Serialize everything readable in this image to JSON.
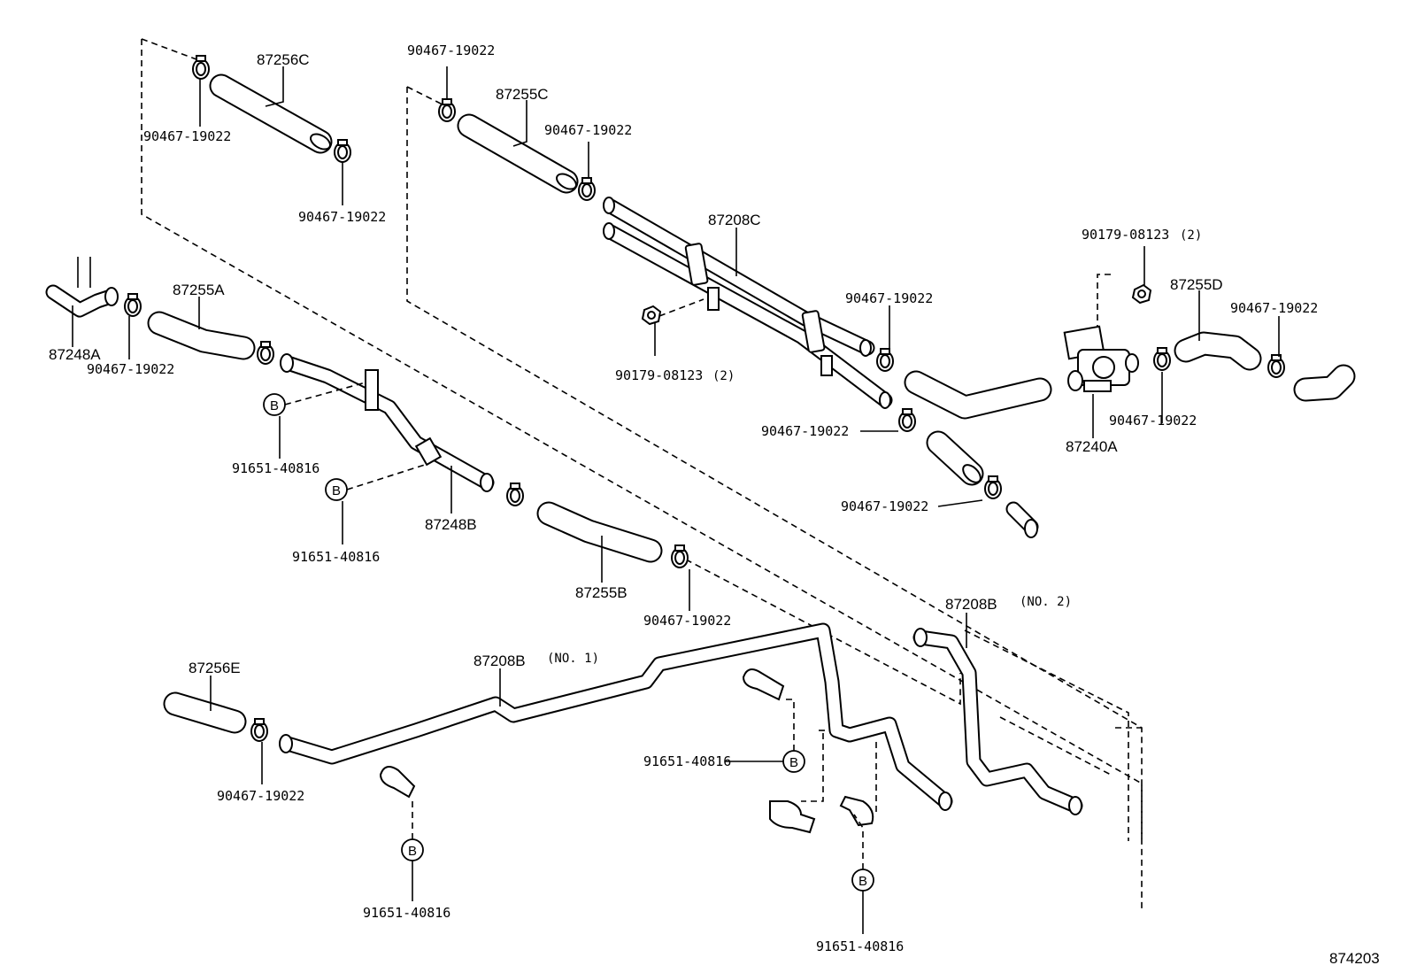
{
  "diagram_id": "874203",
  "labels": {
    "hose_87256C": "87256C",
    "hose_87255C": "87255C",
    "pipe_87208C": "87208C",
    "hose_87255A": "87255A",
    "pipe_87248A": "87248A",
    "pipe_87248B": "87248B",
    "hose_87255B": "87255B",
    "hose_87255D": "87255D",
    "valve_87240A": "87240A",
    "pipe_87208B_1": "87208B",
    "pipe_87208B_1_note": "(NO. 1)",
    "pipe_87208B_2": "87208B",
    "pipe_87208B_2_note": "(NO. 2)",
    "hose_87256E": "87256E"
  },
  "part_numbers": {
    "clamp": "90467-19022",
    "nut": "90179-08123",
    "nut_qty": "(2)",
    "clamp_b": "91651-40816"
  },
  "ref_letter": "B"
}
